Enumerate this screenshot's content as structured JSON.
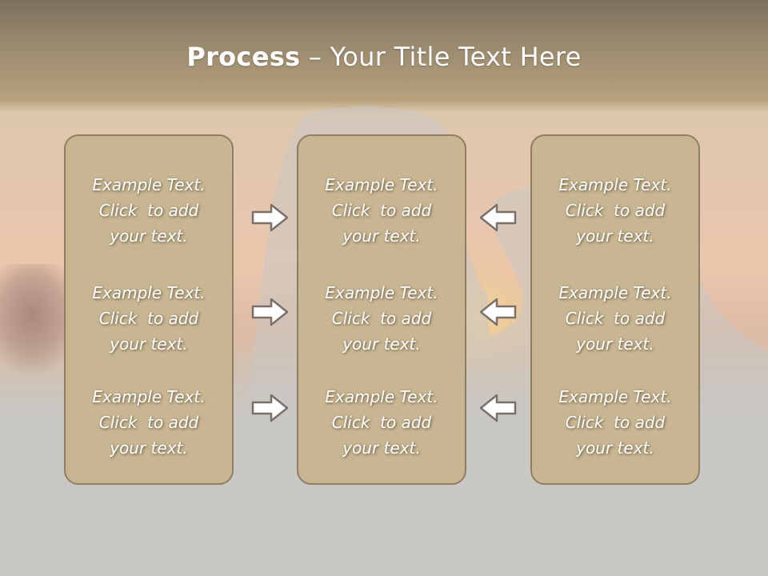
{
  "title": {
    "bold": "Process",
    "rest": " – Your Title Text Here"
  },
  "columns": [
    {
      "id": "left",
      "items": [
        {
          "line1": "Example Text.",
          "line2": "Click  to add",
          "line3": "your text."
        },
        {
          "line1": "Example Text.",
          "line2": "Click  to add",
          "line3": "your text."
        },
        {
          "line1": "Example Text.",
          "line2": "Click  to add",
          "line3": "your text."
        }
      ]
    },
    {
      "id": "middle",
      "items": [
        {
          "line1": "Example Text.",
          "line2": "Click  to add",
          "line3": "your text."
        },
        {
          "line1": "Example Text.",
          "line2": "Click  to add",
          "line3": "your text."
        },
        {
          "line1": "Example Text.",
          "line2": "Click  to add",
          "line3": "your text."
        }
      ]
    },
    {
      "id": "right",
      "items": [
        {
          "line1": "Example Text.",
          "line2": "Click  to add",
          "line3": "your text."
        },
        {
          "line1": "Example Text.",
          "line2": "Click  to add",
          "line3": "your text."
        },
        {
          "line1": "Example Text.",
          "line2": "Click  to add",
          "line3": "your text."
        }
      ]
    }
  ],
  "arrows": {
    "left_to_middle": [
      "right-arrow-icon",
      "right-arrow-icon",
      "right-arrow-icon"
    ],
    "right_to_middle": [
      "left-arrow-icon",
      "left-arrow-icon",
      "left-arrow-icon"
    ]
  },
  "colors": {
    "panel_fill": "#c8b692",
    "panel_border": "#8f7e63",
    "text": "#ffffff",
    "arrow_fill": "#ffffff",
    "arrow_stroke": "#7a7068"
  }
}
